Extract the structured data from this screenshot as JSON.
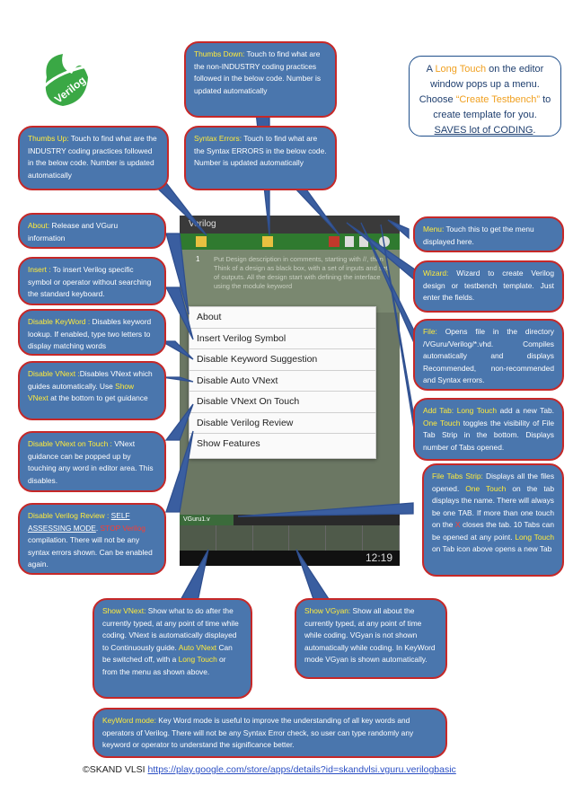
{
  "logo": {
    "text": "Verilog"
  },
  "info_box": {
    "p1": "A ",
    "long_touch": "Long Touch",
    "p2": " on the editor window pops up a menu. Choose ",
    "create_testbench": "“Create Testbench”",
    "p3": " to create template for you. ",
    "saves": "SAVES lot of CODING",
    "p4": "."
  },
  "callouts": {
    "thumbs_down": {
      "label": "Thumbs Down:",
      "text": " Touch to find what are the non-INDUSTRY coding practices followed in the below code. Number is updated automatically"
    },
    "thumbs_up": {
      "label": "Thumbs Up:",
      "text": " Touch to find what are the INDUSTRY coding practices followed in the below code. Number is updated automatically"
    },
    "syntax_errors": {
      "label": "Syntax Errors:",
      "text": " Touch to find what are the Syntax ERRORS in the below code. Number is updated automatically"
    },
    "about": {
      "label": "About:",
      "text": " Release and VGuru information"
    },
    "menu": {
      "label": "Menu:",
      "text": " Touch this to get the menu displayed here."
    },
    "insert": {
      "label": "Insert :",
      "text": " To insert Verilog specific symbol or operator without searching the standard keyboard."
    },
    "wizard": {
      "label": "Wizard:",
      "text": " Wizard to create Verilog design or testbench template. Just enter the fields."
    },
    "disable_keyword": {
      "label": "Disable KeyWord :",
      "text": " Disables keyword lookup. If enabled, type two letters to display matching words"
    },
    "file": {
      "label": "File:",
      "text": " Opens file in the directory /VGuru/Verilog/*.vhd. Compiles automatically and displays Recommended, non-recommended and Syntax errors."
    },
    "disable_vnext": {
      "label": "Disable VNext :",
      "text1": "Disables VNext which guides automatically. Use ",
      "hl": "Show VNext",
      "text2": " at the bottom to get guidance"
    },
    "add_tab": {
      "label": "Add Tab:",
      "t1": " ",
      "hl1": "Long Touch",
      "t2": " add a new Tab. ",
      "hl2": "One Touch",
      "t3": " toggles the visibility of File Tab Strip in the bottom. Displays number of Tabs opened."
    },
    "disable_vnext_touch": {
      "label": "Disable VNext on Touch :",
      "text": " VNext guidance can be popped up by touching any word in editor area. This disables."
    },
    "file_tabs": {
      "label": "File Tabs Strip:",
      "t1": " Displays all the files opened. ",
      "hl1": "One Touch",
      "t2": " on the tab displays the name. There will always be one TAB. If more than one touch on the ",
      "x": "X",
      "t3": " closes the tab. 10 Tabs can be opened at any point. ",
      "hl2": "Long Touch",
      "t4": " on Tab icon above opens a new Tab"
    },
    "disable_review": {
      "label": "Disable Verilog Review :",
      "t1": " ",
      "self": "SELF ASSESSING MODE",
      "t2": ". ",
      "stop": "STOP Verilog",
      "t3": " compilation. There will not be any syntax errors shown. Can be enabled again."
    },
    "show_vnext": {
      "label": "Show VNext:",
      "t1": " Show what to do after the currently typed, at any point of time while coding. VNext is automatically displayed to Continuously guide. ",
      "hl1": "Auto VNext",
      "t2": " Can be switched off, with a ",
      "hl2": "Long Touch",
      "t3": " or from the menu as shown above."
    },
    "show_vgyan": {
      "label": "Show VGyan:",
      "text": " Show all about the currently typed, at any point of time while coding. VGyan is not shown automatically while coding. In KeyWord mode VGyan is shown automatically."
    },
    "keyword_mode": {
      "label": "KeyWord mode:",
      "text": " Key Word mode is useful to improve the understanding of all key words and operators of Verilog. There will not be any Syntax Error check, so user can type randomly any keyword or operator to understand the significance better."
    }
  },
  "phone": {
    "app_title": "Verilog",
    "editor_line": "1",
    "editor_text": "Put Design description in comments, starting with //, then Think of a design as black box, with a set of inputs and set of outputs. All the design start with defining the interface using the module keyword",
    "menu_items": [
      "About",
      "Insert Verilog Symbol",
      "Disable Keyword Suggestion",
      "Disable Auto VNext",
      "Disable VNext On Touch",
      "Disable Verilog Review",
      "Show Features"
    ],
    "tab_label": "VGuru1.v",
    "clock": "12:19"
  },
  "footer": {
    "prefix": "©SKAND VLSI ",
    "link": "https://play.google.com/store/apps/details?id=skandvlsi.vguru.verilogbasic"
  }
}
